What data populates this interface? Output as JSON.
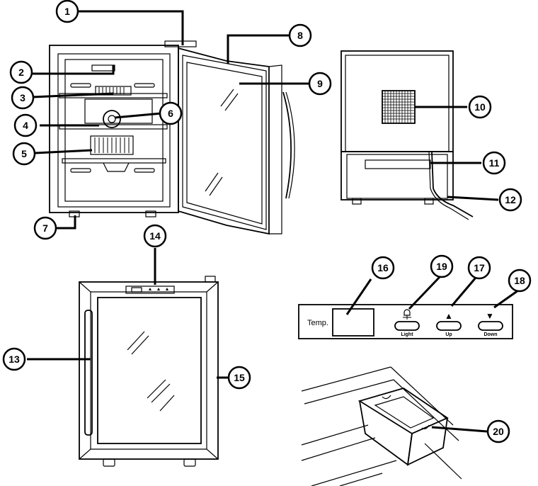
{
  "callouts": [
    "1",
    "2",
    "3",
    "4",
    "5",
    "6",
    "7",
    "8",
    "9",
    "10",
    "11",
    "12",
    "13",
    "14",
    "15",
    "16",
    "17",
    "18",
    "19",
    "20"
  ],
  "panel": {
    "temp_label": "Temp.",
    "light_label": "Light",
    "up_label": "Up",
    "down_label": "Down",
    "up_glyph": "▲",
    "down_glyph": "▼"
  },
  "icons": [
    "lamp-icon",
    "up-arrow-icon",
    "down-arrow-icon"
  ]
}
